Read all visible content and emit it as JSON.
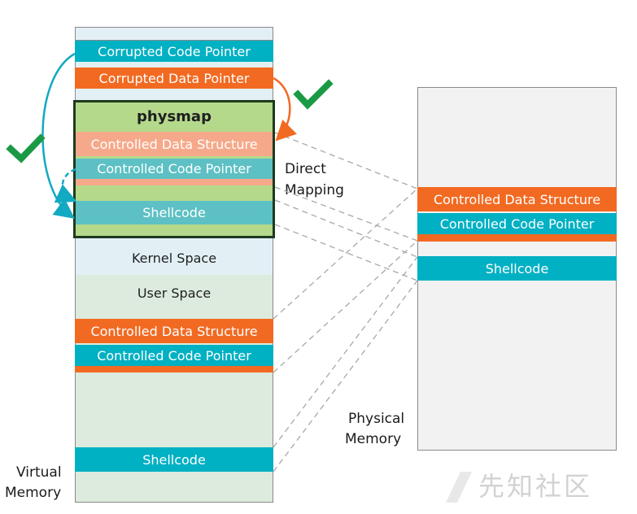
{
  "virtual_memory": {
    "top_blocks": {
      "corrupted_code_pointer": "Corrupted Code Pointer",
      "corrupted_data_pointer": "Corrupted Data Pointer"
    },
    "physmap": {
      "title": "physmap",
      "controlled_data_structure": "Controlled Data Structure",
      "controlled_code_pointer": "Controlled Code Pointer",
      "shellcode": "Shellcode"
    },
    "kernel_space": "Kernel Space",
    "user_space": {
      "label": "User Space",
      "controlled_data_structure": "Controlled Data Structure",
      "controlled_code_pointer": "Controlled Code Pointer",
      "shellcode": "Shellcode"
    },
    "caption_line1": "Virtual",
    "caption_line2": "Memory"
  },
  "direct_mapping": {
    "line1": "Direct",
    "line2": "Mapping"
  },
  "physical_memory": {
    "controlled_data_structure": "Controlled Data Structure",
    "controlled_code_pointer": "Controlled Code Pointer",
    "shellcode": "Shellcode",
    "caption_line1": "Physical",
    "caption_line2": "Memory"
  },
  "watermark": "先知社区",
  "colors": {
    "teal": "#00b0c3",
    "orange": "#f26a22",
    "salmon": "#f6a98a",
    "physmap_green": "#b4d98b",
    "user_space_green": "#dcebdd",
    "kernel_space_blue": "#e2f0f6",
    "check_green": "#1a9a44"
  }
}
